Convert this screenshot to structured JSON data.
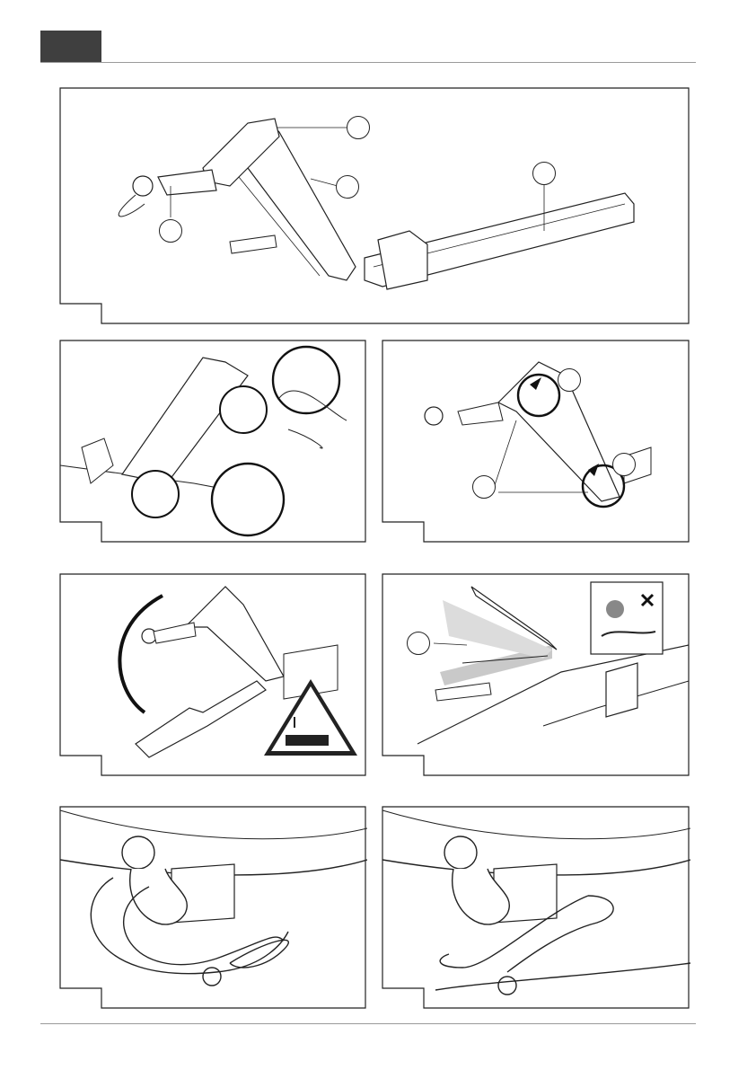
{
  "page": {
    "header_tab_color": "#3f3f3f",
    "rule_color": "#9a9a9a"
  },
  "figures": [
    {
      "id": "fig-1",
      "callouts": 4,
      "icons": []
    },
    {
      "id": "fig-2",
      "callouts": 0,
      "icons": [
        "magnifier-detail-icon"
      ]
    },
    {
      "id": "fig-3",
      "callouts": 3,
      "icons": [
        "rotate-arrow-icon"
      ]
    },
    {
      "id": "fig-4",
      "callouts": 0,
      "icons": [
        "hand-crush-warning-icon"
      ]
    },
    {
      "id": "fig-5",
      "callouts": 1,
      "icons": [
        "no-loose-cables-icon"
      ]
    },
    {
      "id": "fig-6",
      "callouts": 0,
      "icons": [
        "safety-cable-loop-icon"
      ]
    },
    {
      "id": "fig-7",
      "callouts": 0,
      "icons": [
        "safety-cable-loop-icon"
      ]
    }
  ]
}
